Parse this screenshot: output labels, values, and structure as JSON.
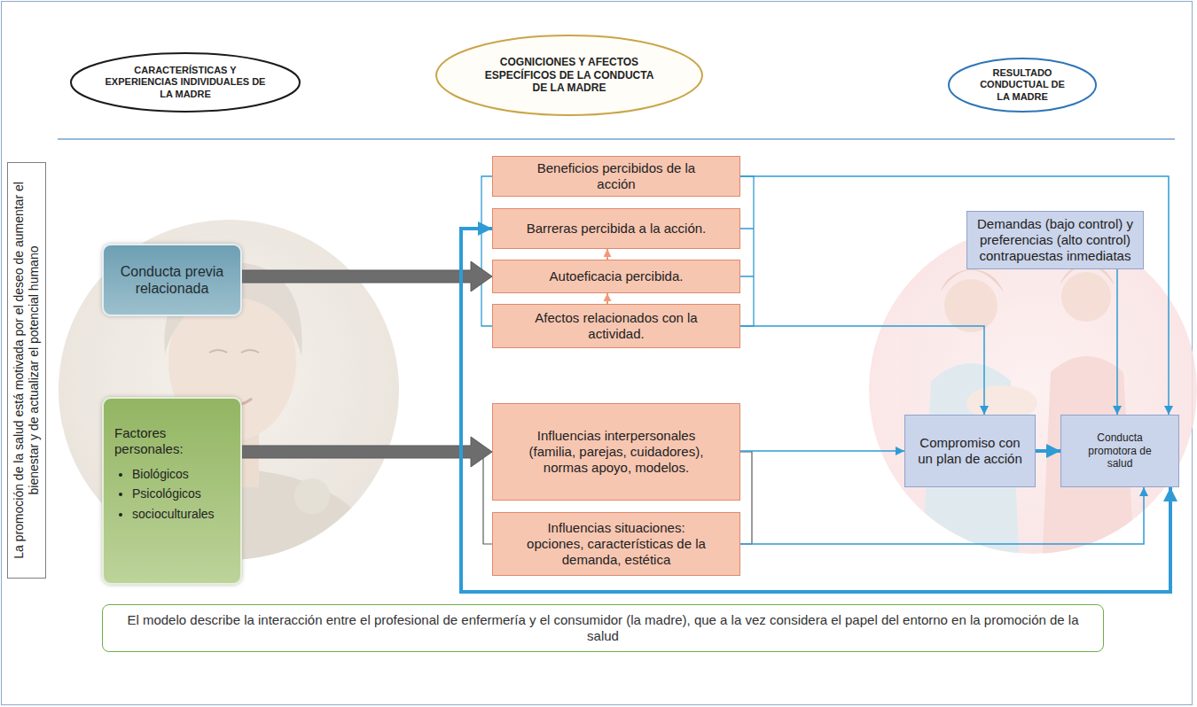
{
  "diagram": {
    "nodes": [
      {
        "text": [
          "CARACTERÍSTICAS Y EXPERIENCIAS INDIVIDUALES DE LA MADRE"
        ]
      },
      {
        "text": [
          "COGNICIONES Y AFECTOS ESPECÍFICOS DE LA CONDUCTA DE LA MADRE"
        ]
      },
      {
        "text": [
          "RESULTADO CONDUCTUAL DE LA MADRE"
        ]
      },
      {
        "text": [
          "La promoción de la salud está motivada por el deseo de aumentar el bienestar y de actualizar el potencial humano"
        ]
      },
      {
        "text": [
          "Conducta previa relacionada"
        ]
      },
      {
        "text": [
          "Factores personales:",
          "Biológicos",
          "Psicológicos",
          "socioculturales"
        ]
      },
      {
        "text": [
          "Beneficios percibidos de la acción"
        ]
      },
      {
        "text": [
          "Barreras percibida a la acción."
        ]
      },
      {
        "text": [
          "Autoeficacia percibida."
        ]
      },
      {
        "text": [
          "Afectos relacionados con la actividad."
        ]
      },
      {
        "text": [
          "Influencias interpersonales (familia, parejas, cuidadores), normas apoyo, modelos."
        ]
      },
      {
        "text": [
          "Influencias situaciones: opciones, características de la demanda, estética"
        ]
      },
      {
        "text": [
          "Demandas (bajo control) y preferencias (alto control) contrapuestas inmediatas"
        ]
      },
      {
        "text": [
          "Compromiso con un plan de acción"
        ]
      },
      {
        "text": [
          "Conducta promotora de salud"
        ]
      },
      {
        "text": [
          "El modelo describe la interacción entre el profesional de enfermería y el consumidor (la madre), que a la vez considera el papel del entorno en la promoción de la salud"
        ]
      }
    ],
    "edges": [
      {
        "from": 4,
        "to": 8,
        "arrow": "to"
      },
      {
        "from": 5,
        "to": 10,
        "arrow": "to"
      },
      {
        "from": 9,
        "to": 8,
        "arrow": "to"
      },
      {
        "from": 8,
        "to": 7,
        "arrow": "to"
      },
      {
        "from": 6,
        "to": 14,
        "arrow": "to"
      },
      {
        "from": 12,
        "to": 14,
        "arrow": "to"
      },
      {
        "from": 9,
        "to": 13,
        "arrow": "to"
      },
      {
        "from": 10,
        "to": 13,
        "arrow": "to"
      },
      {
        "from": 11,
        "to": 14,
        "arrow": "to"
      },
      {
        "from": 13,
        "to": 14,
        "arrow": "to"
      },
      {
        "from": 14,
        "to": 7,
        "arrow": "both"
      }
    ]
  }
}
